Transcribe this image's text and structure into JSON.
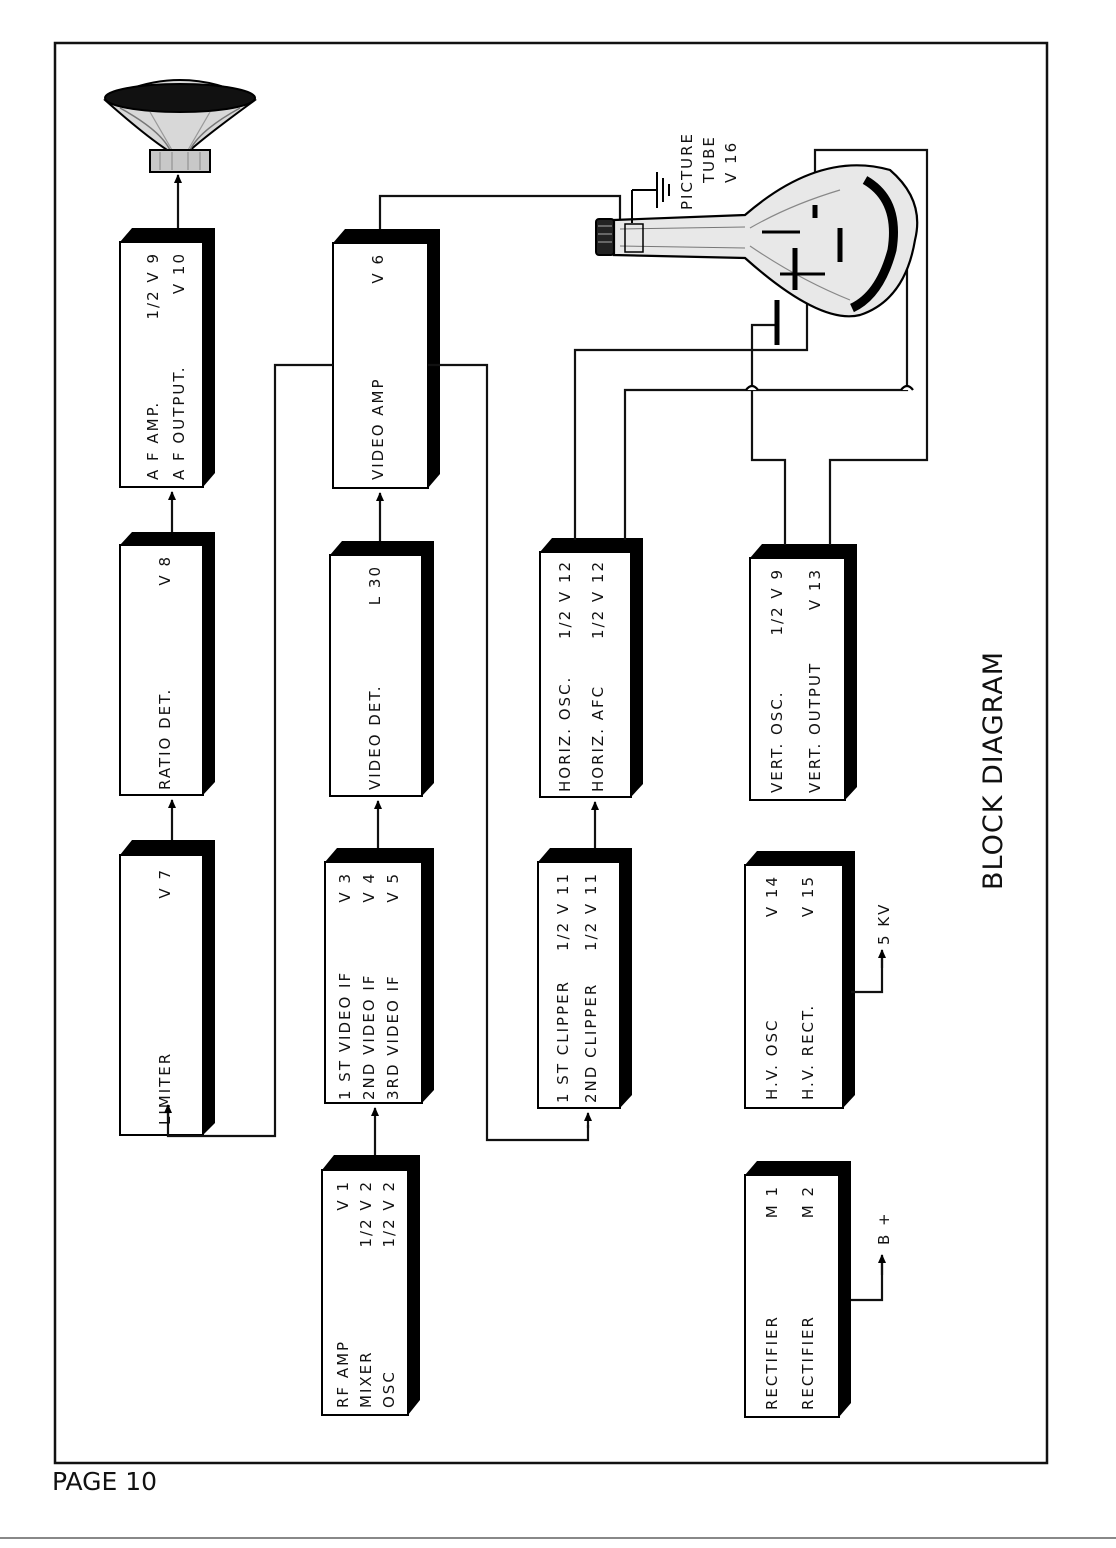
{
  "title": "BLOCK DIAGRAM",
  "page_label": "PAGE 10",
  "blocks": {
    "limiter": {
      "rows": [
        {
          "name": "LIMITER",
          "tube": "V 7"
        }
      ]
    },
    "ratio_det": {
      "rows": [
        {
          "name": "RATIO DET.",
          "tube": "V 8"
        }
      ]
    },
    "af_amp": {
      "rows": [
        {
          "name": "A F AMP.",
          "tube": "1/2 V 9"
        },
        {
          "name": "A F OUTPUT.",
          "tube": "V 10"
        }
      ]
    },
    "rf_amp": {
      "rows": [
        {
          "name": "RF AMP",
          "tube": "V 1"
        },
        {
          "name": "MIXER",
          "tube": "1/2 V 2"
        },
        {
          "name": "OSC",
          "tube": "1/2 V 2"
        }
      ]
    },
    "video_if": {
      "rows": [
        {
          "name": "1 ST VIDEO IF",
          "tube": "V 3"
        },
        {
          "name": "2ND VIDEO IF",
          "tube": "V 4"
        },
        {
          "name": "3RD VIDEO IF",
          "tube": "V 5"
        }
      ]
    },
    "video_det": {
      "rows": [
        {
          "name": "VIDEO DET.",
          "tube": "L 30"
        }
      ]
    },
    "video_amp": {
      "rows": [
        {
          "name": "VIDEO AMP",
          "tube": "V 6"
        }
      ]
    },
    "clipper": {
      "rows": [
        {
          "name": "1 ST CLIPPER",
          "tube": "1/2 V 11"
        },
        {
          "name": "2ND CLIPPER",
          "tube": "1/2 V 11"
        }
      ]
    },
    "horiz": {
      "rows": [
        {
          "name": "HORIZ. OSC.",
          "tube": "1/2 V 12"
        },
        {
          "name": "HORIZ. AFC",
          "tube": "1/2 V 12"
        }
      ]
    },
    "rectifier": {
      "rows": [
        {
          "name": "RECTIFIER",
          "tube": "M 1"
        },
        {
          "name": "RECTIFIER",
          "tube": "M 2"
        }
      ]
    },
    "hv": {
      "rows": [
        {
          "name": "H.V. OSC",
          "tube": "V 14"
        },
        {
          "name": "H.V. RECT.",
          "tube": "V 15"
        }
      ]
    },
    "vert": {
      "rows": [
        {
          "name": "VERT. OSC.",
          "tube": "1/2 V 9"
        },
        {
          "name": "VERT. OUTPUT",
          "tube": "V 13"
        }
      ]
    }
  },
  "picture_tube": {
    "line1": "PICTURE",
    "line2": "TUBE",
    "line3": "V 16"
  },
  "outputs": {
    "b_plus": "B +",
    "five_kv": "5 KV"
  }
}
